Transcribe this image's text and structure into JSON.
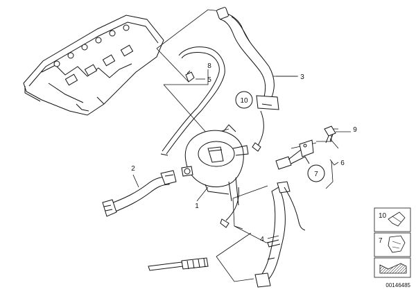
{
  "diagram": {
    "callouts": [
      {
        "id": "callout-1",
        "text": "1"
      },
      {
        "id": "callout-2",
        "text": "2"
      },
      {
        "id": "callout-3",
        "text": "3"
      },
      {
        "id": "callout-4",
        "text": "4"
      },
      {
        "id": "callout-5",
        "text": "5"
      },
      {
        "id": "callout-6",
        "text": "6"
      },
      {
        "id": "callout-7",
        "text": "7"
      },
      {
        "id": "callout-8",
        "text": "8"
      },
      {
        "id": "callout-9",
        "text": "9"
      },
      {
        "id": "callout-10",
        "text": "10"
      }
    ],
    "legend": [
      {
        "text": "10"
      },
      {
        "text": "7"
      }
    ],
    "document_number": "00146485"
  }
}
